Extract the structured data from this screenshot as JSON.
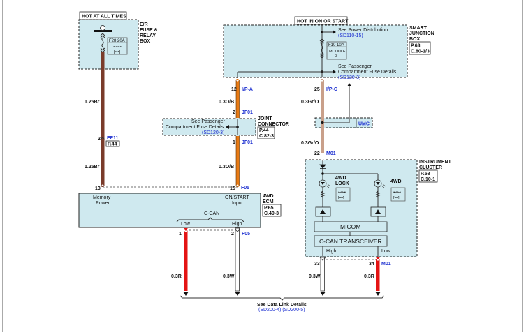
{
  "frame": {
    "border_color": "#555555"
  },
  "colors": {
    "module_fill": "#cfe9ef",
    "wire_brown": "#7a3b2a",
    "wire_orange": "#e87a14",
    "wire_grayorange": "#c9a08a",
    "wire_red": "#e41414",
    "wire_white": "#ffffff",
    "link_blue": "#1c2fd0"
  },
  "power_labels": {
    "hot_at_all_times": "HOT AT ALL TIMES",
    "hot_in_on_or_start": "HOT IN ON OR START"
  },
  "er_fuse_box": {
    "title_lines": [
      "E/R",
      "FUSE &",
      "RELAY",
      "BOX"
    ],
    "fuse": "F28 20A"
  },
  "smart_junction_box": {
    "title_lines": [
      "SMART",
      "JUNCTION",
      "BOX"
    ],
    "ref_lines": [
      "P.63",
      "C.80-1/3"
    ],
    "fuse": "F10 10A",
    "module_lines": [
      "MODULE",
      "3"
    ],
    "power_dist_text": "See Power Distribution",
    "power_dist_ref": "(SD110-15)",
    "passenger_text_lines": [
      "See Passenger",
      "Compartment Fuse Details"
    ],
    "passenger_ref": "(SD120-3)"
  },
  "joint_connector": {
    "title_lines": [
      "JOINT",
      "CONNECTOR"
    ],
    "ref_lines": [
      "P.44",
      "C.82-3"
    ],
    "text_lines": [
      "See Passenger",
      "Compartment Fuse Details"
    ],
    "ref": "(SD120-3)"
  },
  "ecm": {
    "title_lines": [
      "4WD",
      "ECM"
    ],
    "ref_lines": [
      "P.65",
      "C.40-3"
    ],
    "memory_power_lines": [
      "Memory",
      "Power"
    ],
    "on_start_lines": [
      "ON/START",
      "Input"
    ],
    "ccan": "C-CAN",
    "low": "Low",
    "high": "High"
  },
  "instrument_cluster": {
    "title_lines": [
      "INSTRUMENT",
      "CLUSTER"
    ],
    "ref_lines": [
      "P.58",
      "C.10-1"
    ],
    "lamp1_lines": [
      "4WD",
      "LOCK"
    ],
    "lamp2": "4WD",
    "micom": "MICOM",
    "transceiver": "C-CAN TRANSCEIVER",
    "high": "High",
    "low": "Low"
  },
  "umc": {
    "label": "UMC"
  },
  "wires": {
    "w1_top": "1.25Br",
    "w1_bot": "1.25Br",
    "ef11_pin": "2",
    "ef11_conn": "EF11",
    "ef11_ref": "P.44",
    "ecm_pin13": "13",
    "ipa_pin": "12",
    "ipa_conn": "I/P-A",
    "w2_top": "0.3O/B",
    "jf01_pin2": "2",
    "jf01_conn_a": "JF01",
    "jf01_pin1": "1",
    "jf01_conn_b": "JF01",
    "w2_bot": "0.3O/B",
    "ecm_pin15": "15",
    "f05_conn_a": "F05",
    "ipc_pin": "25",
    "ipc_conn": "I/P-C",
    "w3_top": "0.3Gr/O",
    "w3_bot": "0.3Gr/O",
    "m01_pin22": "22",
    "m01_conn_a": "M01",
    "ecm_pin1": "1",
    "ecm_pin2": "2",
    "f05_conn_b": "F05",
    "w_low_ecm": "0.3R",
    "w_high_ecm": "0.3W",
    "ic_pin33": "33",
    "ic_pin34": "34",
    "m01_conn_b": "M01",
    "w_high_ic": "0.3W",
    "w_low_ic": "0.3R"
  },
  "data_link": {
    "text": "See Data Link Details",
    "refs": "(SD200-4) (SD200-5)"
  }
}
